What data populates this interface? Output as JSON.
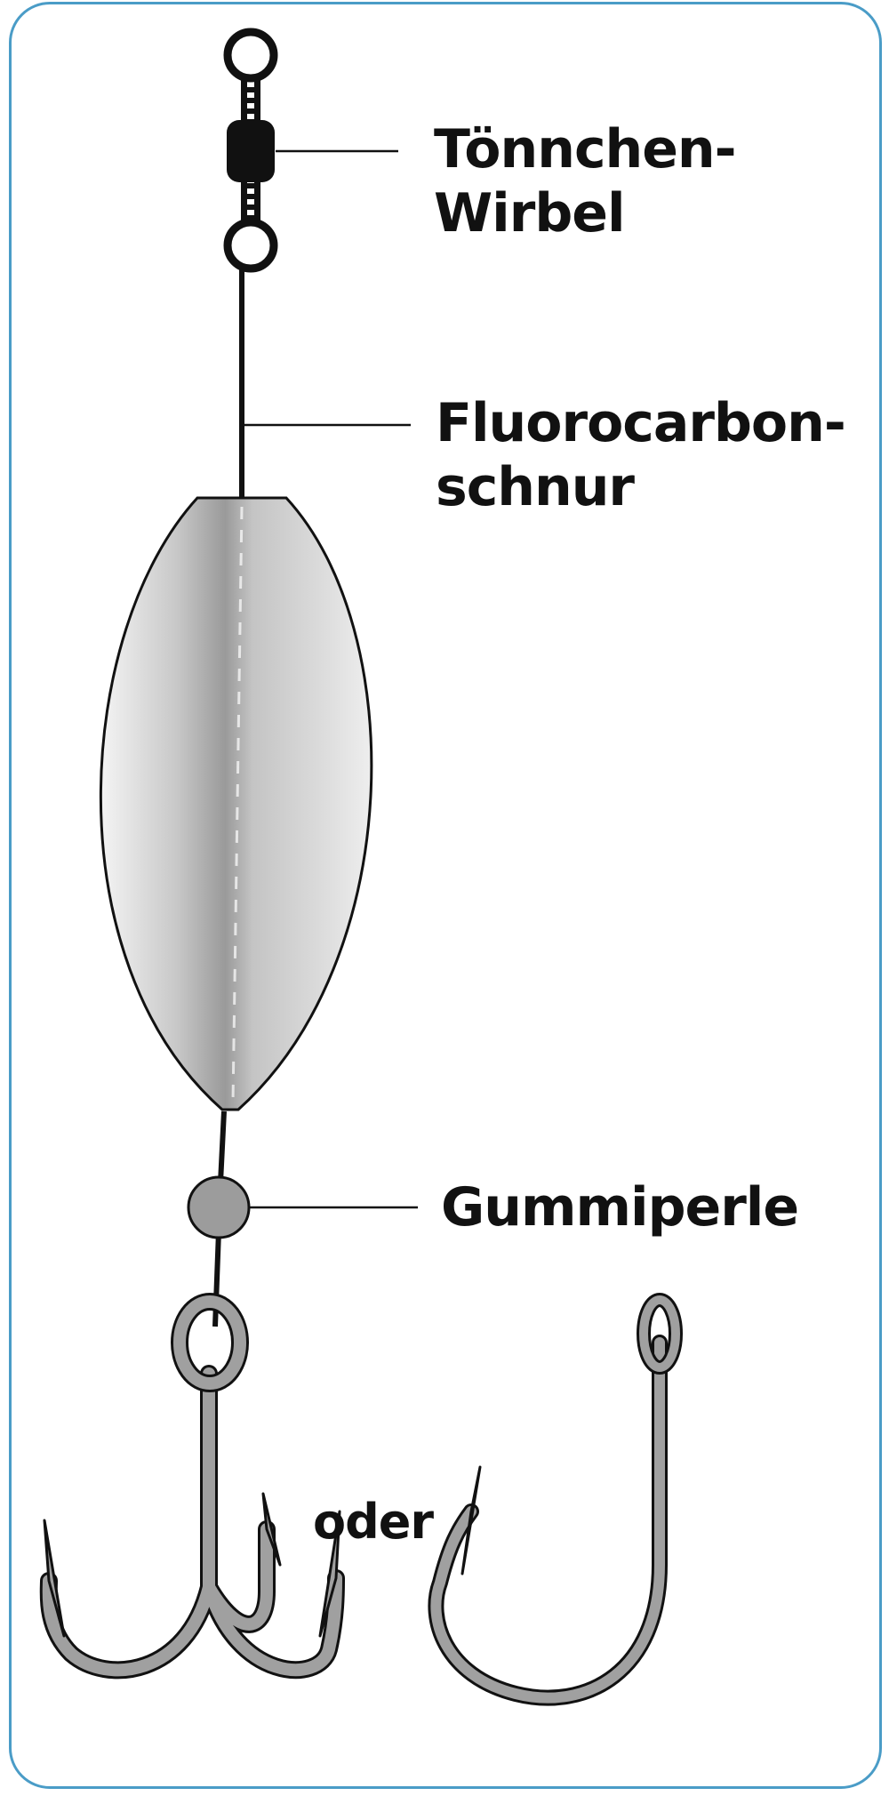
{
  "labels": {
    "swivel": {
      "line1": "Tönnchen-",
      "line2": "Wirbel"
    },
    "line": {
      "line1": "Fluorocarbon-",
      "line2": "schnur"
    },
    "bead": "Gummiperle",
    "oder": "oder"
  },
  "parts": [
    "barrel-swivel",
    "fluorocarbon-line",
    "float-body",
    "rubber-bead",
    "treble-hook",
    "single-hook"
  ],
  "colors": {
    "frame": "#4a9cc7",
    "hook": "#a0a0a0",
    "bead": "#9c9c9c",
    "outline": "#111111"
  }
}
